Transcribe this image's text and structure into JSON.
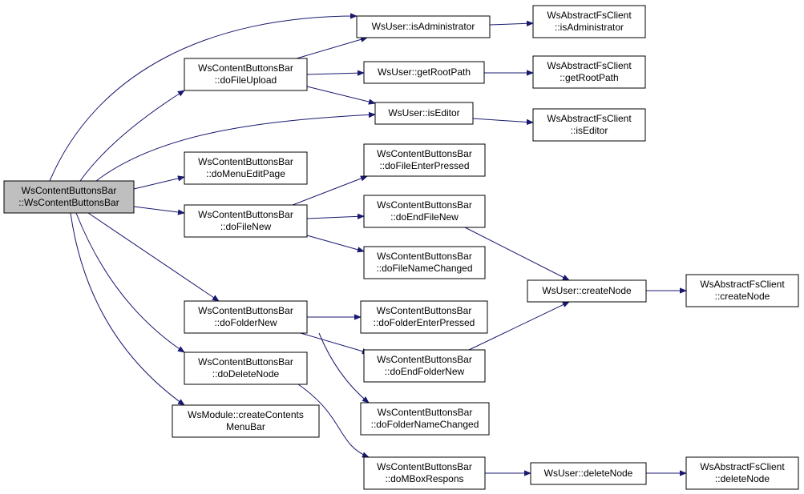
{
  "nodes": [
    {
      "id": "root",
      "lines": [
        "WsContentButtonsBar",
        "::WsContentButtonsBar"
      ],
      "root": true
    },
    {
      "id": "doFileUpload",
      "lines": [
        "WsContentButtonsBar",
        "::doFileUpload"
      ]
    },
    {
      "id": "doMenuEditPage",
      "lines": [
        "WsContentButtonsBar",
        "::doMenuEditPage"
      ]
    },
    {
      "id": "doFileNew",
      "lines": [
        "WsContentButtonsBar",
        "::doFileNew"
      ]
    },
    {
      "id": "doFolderNew",
      "lines": [
        "WsContentButtonsBar",
        "::doFolderNew"
      ]
    },
    {
      "id": "doDeleteNode",
      "lines": [
        "WsContentButtonsBar",
        "::doDeleteNode"
      ]
    },
    {
      "id": "createContentsMenuBar",
      "lines": [
        "WsModule::createContents",
        "MenuBar"
      ]
    },
    {
      "id": "userIsAdministrator",
      "lines": [
        "WsUser::isAdministrator"
      ]
    },
    {
      "id": "userGetRootPath",
      "lines": [
        "WsUser::getRootPath"
      ]
    },
    {
      "id": "userIsEditor",
      "lines": [
        "WsUser::isEditor"
      ]
    },
    {
      "id": "doFileEnterPressed",
      "lines": [
        "WsContentButtonsBar",
        "::doFileEnterPressed"
      ]
    },
    {
      "id": "doEndFileNew",
      "lines": [
        "WsContentButtonsBar",
        "::doEndFileNew"
      ]
    },
    {
      "id": "doFileNameChanged",
      "lines": [
        "WsContentButtonsBar",
        "::doFileNameChanged"
      ]
    },
    {
      "id": "doFolderEnterPressed",
      "lines": [
        "WsContentButtonsBar",
        "::doFolderEnterPressed"
      ]
    },
    {
      "id": "doEndFolderNew",
      "lines": [
        "WsContentButtonsBar",
        "::doEndFolderNew"
      ]
    },
    {
      "id": "doFolderNameChanged",
      "lines": [
        "WsContentButtonsBar",
        "::doFolderNameChanged"
      ]
    },
    {
      "id": "doMBoxRespons",
      "lines": [
        "WsContentButtonsBar",
        "::doMBoxRespons"
      ]
    },
    {
      "id": "fsIsAdministrator",
      "lines": [
        "WsAbstractFsClient",
        "::isAdministrator"
      ]
    },
    {
      "id": "fsGetRootPath",
      "lines": [
        "WsAbstractFsClient",
        "::getRootPath"
      ]
    },
    {
      "id": "fsIsEditor",
      "lines": [
        "WsAbstractFsClient",
        "::isEditor"
      ]
    },
    {
      "id": "userCreateNode",
      "lines": [
        "WsUser::createNode"
      ]
    },
    {
      "id": "fsCreateNode",
      "lines": [
        "WsAbstractFsClient",
        "::createNode"
      ]
    },
    {
      "id": "userDeleteNode",
      "lines": [
        "WsUser::deleteNode"
      ]
    },
    {
      "id": "fsDeleteNode",
      "lines": [
        "WsAbstractFsClient",
        "::deleteNode"
      ]
    }
  ],
  "edges": [
    {
      "from": "root",
      "to": "userIsAdministrator"
    },
    {
      "from": "root",
      "to": "doFileUpload"
    },
    {
      "from": "root",
      "to": "userIsEditor"
    },
    {
      "from": "root",
      "to": "doMenuEditPage"
    },
    {
      "from": "root",
      "to": "doFileNew"
    },
    {
      "from": "root",
      "to": "doFolderNew"
    },
    {
      "from": "root",
      "to": "doDeleteNode"
    },
    {
      "from": "root",
      "to": "createContentsMenuBar"
    },
    {
      "from": "doFileUpload",
      "to": "userIsAdministrator"
    },
    {
      "from": "doFileUpload",
      "to": "userGetRootPath"
    },
    {
      "from": "doFileUpload",
      "to": "userIsEditor"
    },
    {
      "from": "userIsAdministrator",
      "to": "fsIsAdministrator"
    },
    {
      "from": "userGetRootPath",
      "to": "fsGetRootPath"
    },
    {
      "from": "userIsEditor",
      "to": "fsIsEditor"
    },
    {
      "from": "doFileNew",
      "to": "doFileEnterPressed"
    },
    {
      "from": "doFileNew",
      "to": "doEndFileNew"
    },
    {
      "from": "doFileNew",
      "to": "doFileNameChanged"
    },
    {
      "from": "doEndFileNew",
      "to": "userCreateNode"
    },
    {
      "from": "userCreateNode",
      "to": "fsCreateNode"
    },
    {
      "from": "doFolderNew",
      "to": "doFolderEnterPressed"
    },
    {
      "from": "doFolderNew",
      "to": "doEndFolderNew"
    },
    {
      "from": "doFolderNew",
      "to": "doFolderNameChanged"
    },
    {
      "from": "doEndFolderNew",
      "to": "userCreateNode"
    },
    {
      "from": "doDeleteNode",
      "to": "doMBoxRespons"
    },
    {
      "from": "doMBoxRespons",
      "to": "userDeleteNode"
    },
    {
      "from": "userDeleteNode",
      "to": "fsDeleteNode"
    }
  ]
}
